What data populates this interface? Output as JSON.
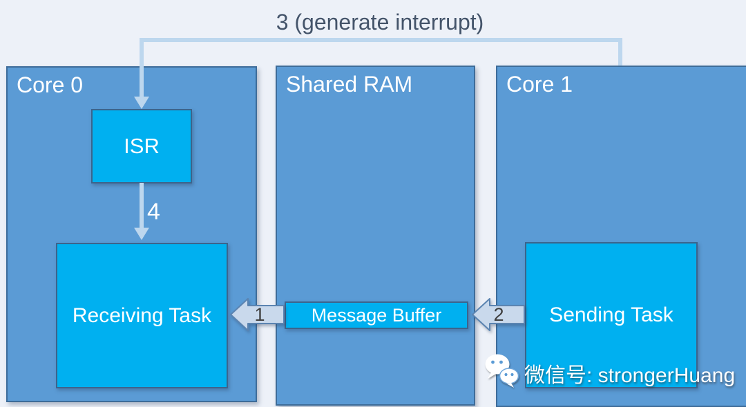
{
  "diagram": {
    "containers": [
      {
        "id": "core0",
        "label": "Core 0"
      },
      {
        "id": "shared_ram",
        "label": "Shared RAM"
      },
      {
        "id": "core1",
        "label": "Core 1"
      }
    ],
    "nodes": [
      {
        "id": "isr",
        "label": "ISR"
      },
      {
        "id": "receiving_task",
        "label": "Receiving Task"
      },
      {
        "id": "message_buffer",
        "label": "Message Buffer"
      },
      {
        "id": "sending_task",
        "label": "Sending Task"
      }
    ],
    "steps": {
      "interrupt_label": "3 (generate interrupt)",
      "step1": "1",
      "step2": "2",
      "step4": "4"
    },
    "colors": {
      "background": "#EDF1F8",
      "container_fill": "#5B9BD5",
      "container_border": "#3E6C99",
      "node_fill": "#00B0F0",
      "node_border": "#3C648C",
      "connector": "#BDD7EE",
      "block_arrow_fill": "#C9D9EC",
      "block_arrow_border": "#5B84B1",
      "step_text_dark": "#44546A",
      "text_white": "#FFFFFF"
    }
  },
  "watermark": {
    "icon": "wechat-icon",
    "text": "微信号: strongerHuang"
  }
}
